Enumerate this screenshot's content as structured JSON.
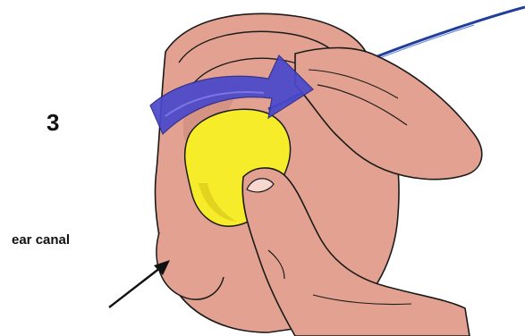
{
  "step": {
    "number": "3"
  },
  "labels": {
    "ear_canal": "ear canal"
  },
  "icons": {
    "rotation_arrow": "curved-arrow-icon",
    "pointer_arrow": "pointer-arrow-icon",
    "earplug": "foam-earplug",
    "earplug_cord": "cord"
  },
  "colors": {
    "skin": "#e3a291",
    "skin_shadow": "#c98678",
    "earplug": "#f6ec2a",
    "arrow": "#4a48cc",
    "cord": "#1f3f9a",
    "outline": "#1a1a1a"
  }
}
